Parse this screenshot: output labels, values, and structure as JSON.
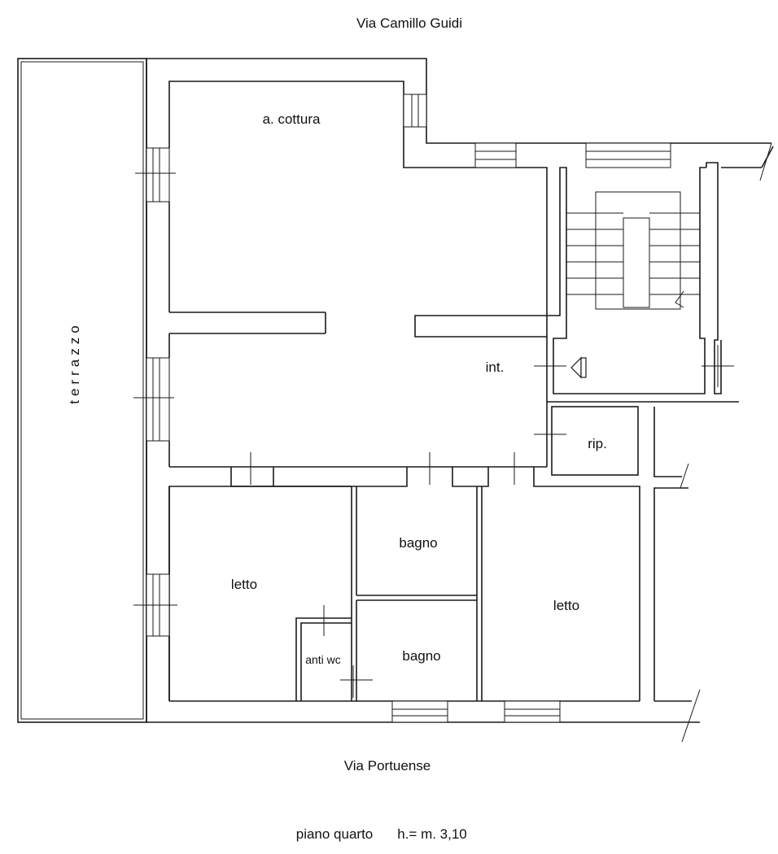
{
  "streets": {
    "north": "Via Camillo Guidi",
    "south": "Via Portuense"
  },
  "footer": {
    "floor": "piano quarto",
    "height": "h.= m. 3,10"
  },
  "rooms": {
    "kitchen": "a. cottura",
    "entrance": "int.",
    "storage": "rip.",
    "bedroom_left": "letto",
    "bedroom_right": "letto",
    "bath_top": "bagno",
    "bath_bottom": "bagno",
    "antiwc": "anti wc",
    "terrace": "terrazzo"
  }
}
